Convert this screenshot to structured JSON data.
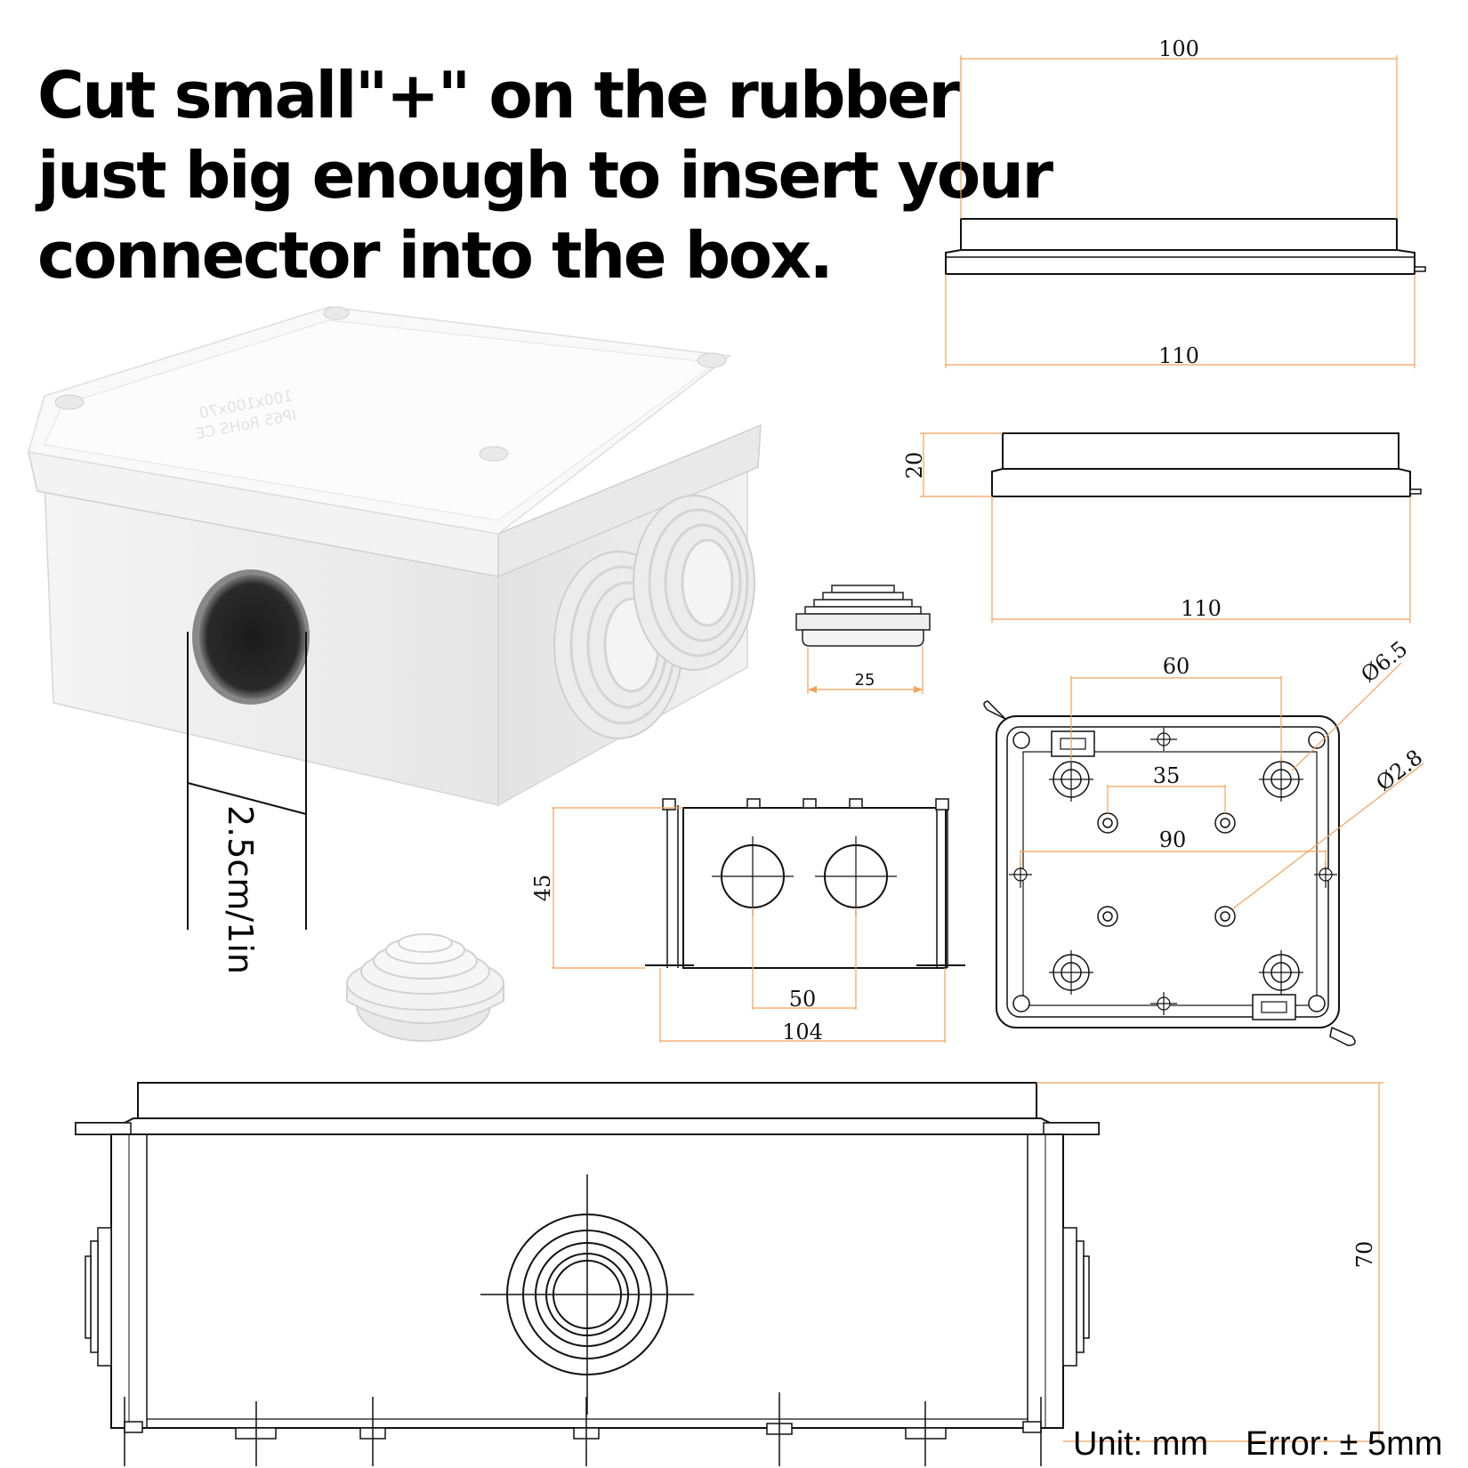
{
  "headline": {
    "line1": "Cut small\"+\" on the rubber",
    "line2": "just big enough to insert your",
    "line3": "connector into the box."
  },
  "photo": {
    "hole_label": "2.5cm/1in",
    "lid_text_1": "100x100x70",
    "lid_text_2": "IP65 RoHS CE"
  },
  "dimensions": {
    "lid_top": "100",
    "lid_bottom": "110",
    "lid_height": "20",
    "lid_width": "110",
    "gland_width": "25",
    "side_height": "45",
    "hole_spacing": "50",
    "side_width": "104",
    "mount_spacing": "60",
    "hole_diameter_large": "Ø6.5",
    "inner_spacing": "35",
    "hole_diameter_small": "Ø2.8",
    "outer_spacing": "90",
    "box_height": "70"
  },
  "footer": {
    "unit": "Unit: mm",
    "error": "Error: ± 5mm"
  },
  "colors": {
    "dimension_line": "#f2a15a",
    "drawing_line": "#1a1a1a",
    "text": "#000000"
  }
}
